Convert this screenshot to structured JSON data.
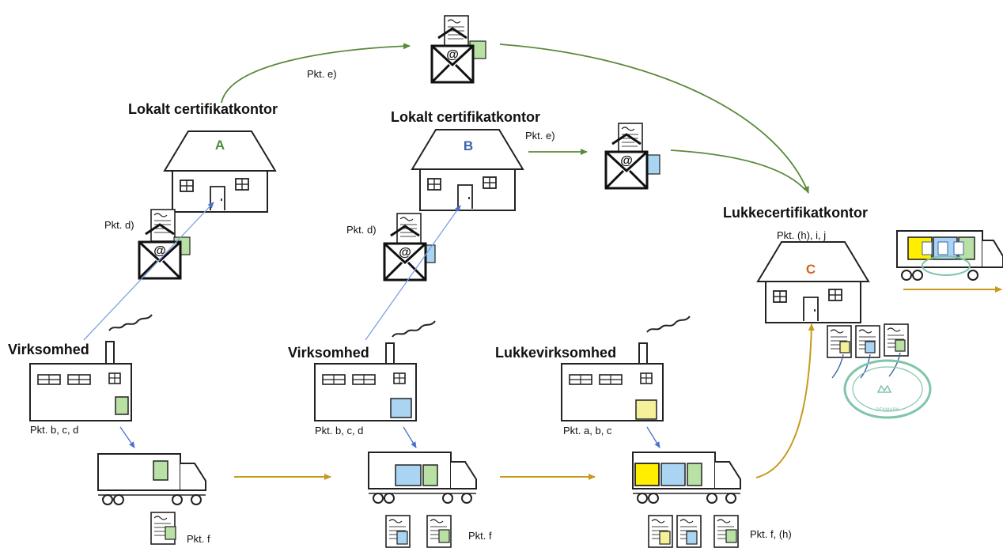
{
  "offices": {
    "a": {
      "title": "Lokalt certifikatkontor",
      "letter": "A",
      "letter_color": "#4d8a3a"
    },
    "b": {
      "title": "Lokalt certifikatkontor",
      "letter": "B",
      "letter_color": "#3b63a6"
    },
    "c": {
      "title": "Lukkecertifikatkontor",
      "letter": "C",
      "letter_color": "#d2651f"
    }
  },
  "companies": {
    "first": {
      "title": "Virksomhed",
      "pkt": "Pkt. b, c, d"
    },
    "second": {
      "title": "Virksomhed",
      "pkt": "Pkt. b, c, d"
    },
    "closing": {
      "title": "Lukkevirksomhed",
      "pkt": "Pkt. a, b, c"
    }
  },
  "labels": {
    "pkt_e_top": "Pkt. e)",
    "pkt_e_b": "Pkt. e)",
    "pkt_d_a": "Pkt. d)",
    "pkt_d_b": "Pkt. d)",
    "pkt_c": "Pkt. (h), i, j",
    "pkt_f1": "Pkt. f",
    "pkt_f2": "Pkt. f",
    "pkt_f3": "Pkt. f, (h)",
    "stamp_text": "DENMARK"
  },
  "colors": {
    "green_box": "#b9e0a5",
    "blue_box": "#a9d4f2",
    "yellow_box": "#f5f09a",
    "bright_yellow": "#ffee00",
    "gold_arrow": "#c89a1c",
    "green_arrow": "#5a8a3a",
    "blue_arrow": "#4a6fd0",
    "stamp_green": "#7fc5a8"
  }
}
